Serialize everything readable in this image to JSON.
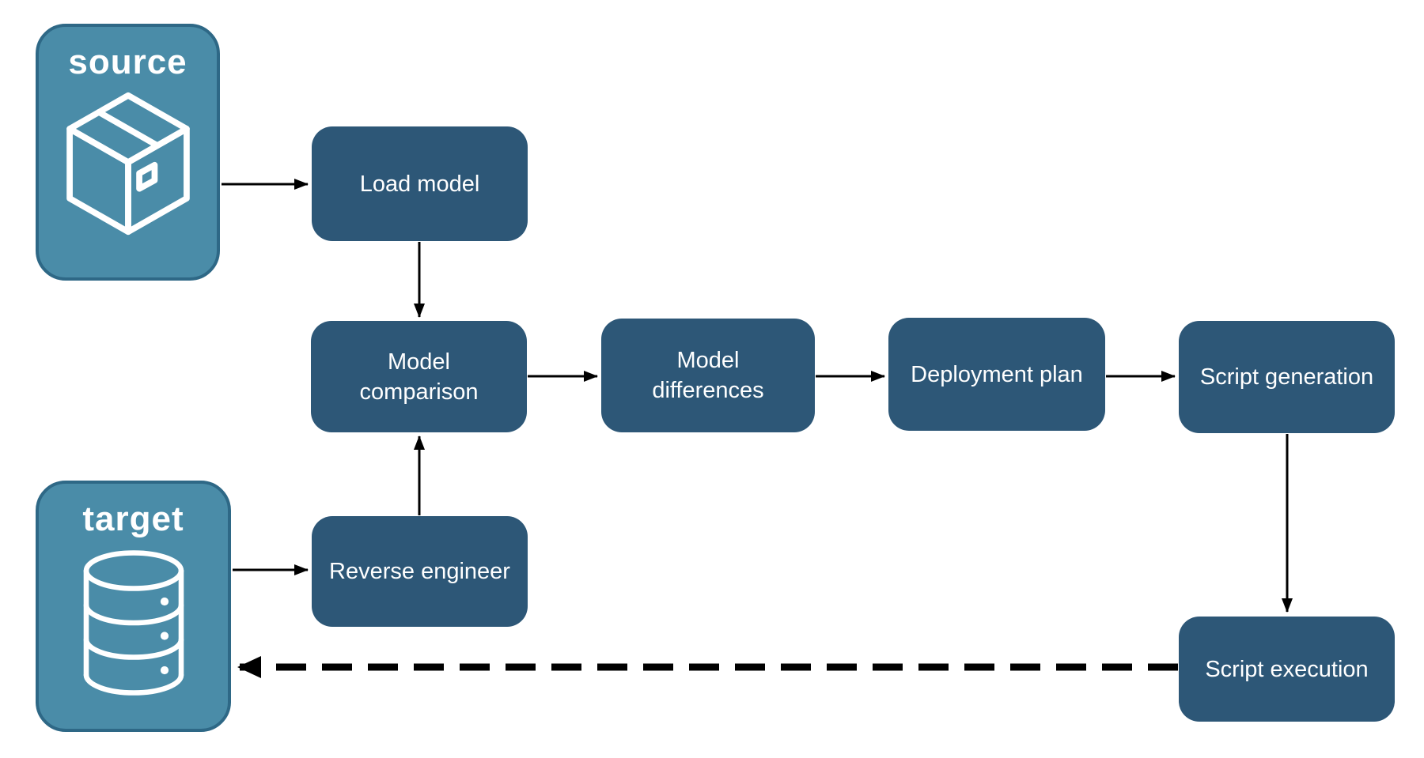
{
  "diagram": {
    "colors": {
      "node_fill": "#2D5777",
      "node_text": "#FFFFFF",
      "actor_fill": "#4A8CA8",
      "actor_border": "#2E6886",
      "actor_text": "#FFFFFF",
      "arrow": "#000000",
      "background": "#FFFFFF"
    },
    "actors": [
      {
        "id": "source",
        "label": "source",
        "icon": "package-icon"
      },
      {
        "id": "target",
        "label": "target",
        "icon": "database-icon"
      }
    ],
    "nodes": [
      {
        "id": "load-model",
        "label": "Load model"
      },
      {
        "id": "model-comparison",
        "label": "Model comparison"
      },
      {
        "id": "model-differences",
        "label": "Model differences"
      },
      {
        "id": "deployment-plan",
        "label": "Deployment plan"
      },
      {
        "id": "script-generation",
        "label": "Script generation"
      },
      {
        "id": "reverse-engineer",
        "label": "Reverse engineer"
      },
      {
        "id": "script-execution",
        "label": "Script execution"
      }
    ],
    "edges": [
      {
        "from": "source",
        "to": "load-model",
        "style": "solid"
      },
      {
        "from": "load-model",
        "to": "model-comparison",
        "style": "solid"
      },
      {
        "from": "target",
        "to": "reverse-engineer",
        "style": "solid"
      },
      {
        "from": "reverse-engineer",
        "to": "model-comparison",
        "style": "solid"
      },
      {
        "from": "model-comparison",
        "to": "model-differences",
        "style": "solid"
      },
      {
        "from": "model-differences",
        "to": "deployment-plan",
        "style": "solid"
      },
      {
        "from": "deployment-plan",
        "to": "script-generation",
        "style": "solid"
      },
      {
        "from": "script-generation",
        "to": "script-execution",
        "style": "solid"
      },
      {
        "from": "script-execution",
        "to": "target",
        "style": "dashed"
      }
    ]
  }
}
